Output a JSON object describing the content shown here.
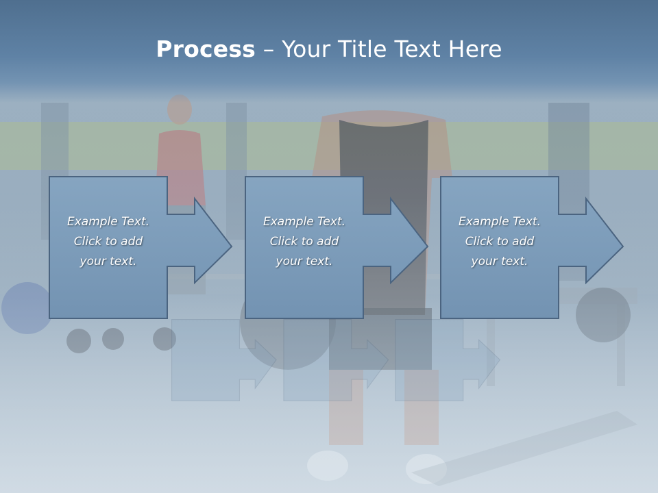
{
  "slide": {
    "title_bold": "Process",
    "title_rest": " – Your Title Text Here"
  },
  "steps": [
    {
      "line1": "Example Text.",
      "line2": "Click  to add",
      "line3": "your text."
    },
    {
      "line1": "Example Text.",
      "line2": "Click  to add",
      "line3": "your text."
    },
    {
      "line1": "Example Text.",
      "line2": "Click  to add",
      "line3": "your text."
    }
  ],
  "colors": {
    "title_band": "#5f82a5",
    "box_fill": "#7e9ebb",
    "box_stroke": "#4b6480",
    "text": "#ffffff"
  }
}
